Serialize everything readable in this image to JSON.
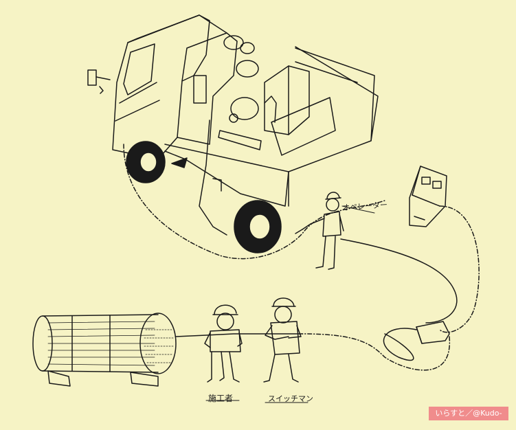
{
  "labels": {
    "operator": "オペレーター",
    "worker": "施工者",
    "switchman": "スイッチマン"
  },
  "credit": "いらすと／@Kudo-",
  "colors": {
    "background": "#f6f3c5",
    "ink": "#1a1a1a",
    "credit_bg": "#f08c8c",
    "credit_text": "#ffffff"
  }
}
